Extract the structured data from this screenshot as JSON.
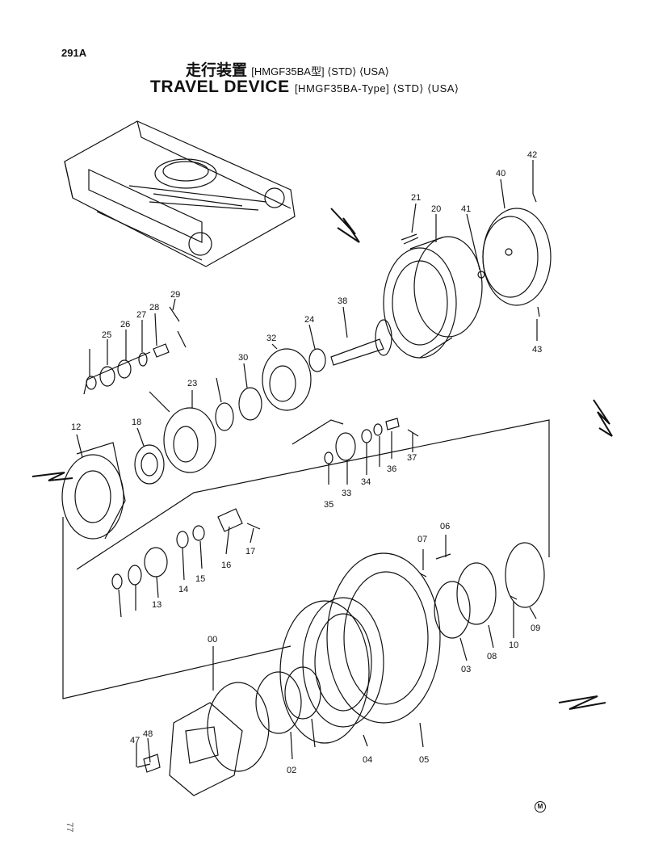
{
  "page_number": "291A",
  "title_jp": "走行装置",
  "title_jp_suffix": "[HMGF35BA型] ⟨STD⟩ ⟨USA⟩",
  "title_en": "TRAVEL DEVICE",
  "title_en_suffix": "[HMGF35BA-Type] ⟨STD⟩ ⟨USA⟩",
  "corner_mark": "M",
  "corner_code": "77",
  "callouts": [
    "42",
    "40",
    "21",
    "20",
    "41",
    "38",
    "43",
    "29",
    "25",
    "26",
    "27",
    "28",
    "24",
    "32",
    "30",
    "23",
    "18",
    "12",
    "35",
    "33",
    "34",
    "36",
    "37",
    "16",
    "17",
    "15",
    "14",
    "13",
    "07",
    "06",
    "09",
    "10",
    "08",
    "03",
    "00",
    "04",
    "05",
    "02",
    "48",
    "47"
  ]
}
